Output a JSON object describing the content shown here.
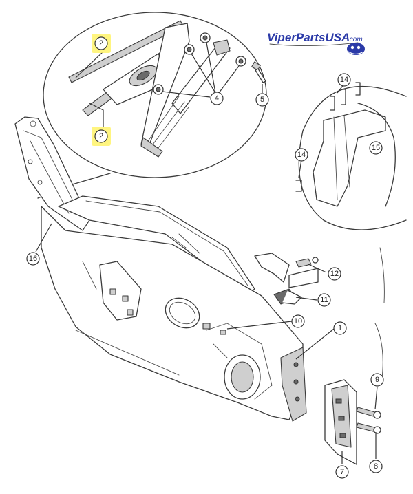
{
  "logo": {
    "text_main": "ViperPartsUSA",
    "text_suffix": ".com",
    "brand_color": "#2b3aa8",
    "icon": "viper-head-icon"
  },
  "highlight_color": "#fff36a",
  "callouts": [
    {
      "id": "c2a",
      "label": "2",
      "highlighted": true
    },
    {
      "id": "c2b",
      "label": "2",
      "highlighted": true
    },
    {
      "id": "c4",
      "label": "4",
      "highlighted": false
    },
    {
      "id": "c5",
      "label": "5",
      "highlighted": false
    },
    {
      "id": "c14a",
      "label": "14",
      "highlighted": false
    },
    {
      "id": "c14b",
      "label": "14",
      "highlighted": false
    },
    {
      "id": "c15",
      "label": "15",
      "highlighted": false
    },
    {
      "id": "c16",
      "label": "16",
      "highlighted": false
    },
    {
      "id": "c12",
      "label": "12",
      "highlighted": false
    },
    {
      "id": "c11",
      "label": "11",
      "highlighted": false
    },
    {
      "id": "c10",
      "label": "10",
      "highlighted": false
    },
    {
      "id": "c1",
      "label": "1",
      "highlighted": false
    },
    {
      "id": "c9",
      "label": "9",
      "highlighted": false
    },
    {
      "id": "c8",
      "label": "8",
      "highlighted": false
    },
    {
      "id": "c7",
      "label": "7",
      "highlighted": false
    }
  ]
}
